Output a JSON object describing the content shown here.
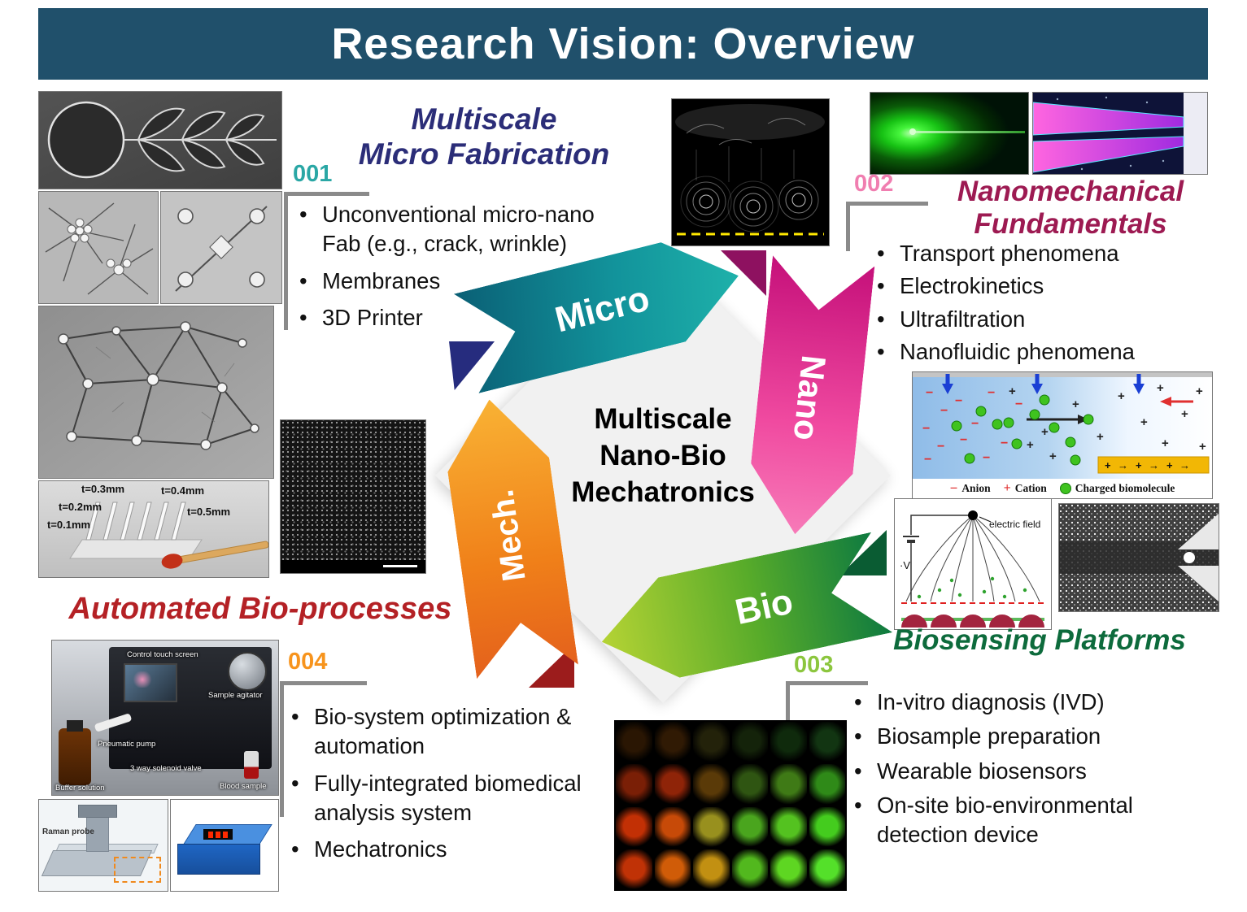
{
  "header": {
    "title": "Research Vision: Overview"
  },
  "colors": {
    "header_bg": "#20506b",
    "micro_title": "#2b2d78",
    "nano_title": "#9d1a52",
    "bio_title": "#0d6b3c",
    "mech_title": "#b42125",
    "num_001": "#2aa7a5",
    "num_002": "#f07eb0",
    "num_003": "#8cc63e",
    "num_004": "#f7941d",
    "arrow_micro": "#12939b",
    "arrow_nano": "#ee2f96",
    "arrow_bio": "#57ab2a",
    "arrow_mech": "#f08019"
  },
  "center": {
    "title_lines": [
      "Multiscale",
      "Nano-Bio",
      "Mechatronics"
    ],
    "arrows": [
      {
        "label": "Micro"
      },
      {
        "label": "Nano"
      },
      {
        "label": "Bio"
      },
      {
        "label": "Mech."
      }
    ]
  },
  "sections": {
    "micro": {
      "number": "001",
      "title_lines": [
        "Multiscale",
        "Micro Fabrication"
      ],
      "bullets": [
        "Unconventional micro-nano Fab (e.g., crack, wrinkle)",
        "Membranes",
        "3D Printer"
      ]
    },
    "nano": {
      "number": "002",
      "title_lines": [
        "Nanomechanical",
        "Fundamentals"
      ],
      "bullets": [
        "Transport phenomena",
        "Electrokinetics",
        "Ultrafiltration",
        "Nanofluidic phenomena"
      ]
    },
    "bio": {
      "number": "003",
      "title": "Biosensing Platforms",
      "bullets": [
        "In-vitro diagnosis (IVD)",
        "Biosample preparation",
        "Wearable biosensors",
        "On-site bio-environmental detection device"
      ]
    },
    "mech": {
      "number": "004",
      "title": "Automated Bio-processes",
      "bullets": [
        "Bio-system optimization & automation",
        "Fully-integrated biomedical analysis system",
        "Mechatronics"
      ]
    }
  },
  "images": {
    "heatsink": {
      "labels": [
        "t=0.3mm",
        "t=0.4mm",
        "t=0.2mm",
        "t=0.5mm",
        "t=0.1mm"
      ]
    },
    "ion": {
      "legend": {
        "anion": "Anion",
        "cation": "Cation",
        "biomolecule": "Charged biomolecule"
      }
    },
    "efield": {
      "label": "electric field",
      "voltage": "V"
    },
    "equipment": {
      "labels": {
        "touch": "Control touch screen",
        "agitator": "Sample agitator",
        "buffer": "Buffer solution",
        "pump": "Pneumatic pump",
        "valve": "3 way solenoid valve",
        "blood": "Blood sample"
      }
    },
    "cad": {
      "label": "Raman probe"
    },
    "wells": {
      "rows": [
        [
          "#2a1603",
          "#301a04",
          "#23220a",
          "#14230a",
          "#0f2a0c",
          "#123512"
        ],
        [
          "#7a1f06",
          "#8f2408",
          "#5a3a08",
          "#2f5512",
          "#3f7a16",
          "#2f8a18"
        ],
        [
          "#c23005",
          "#c74a08",
          "#98901e",
          "#4aa51e",
          "#54c220",
          "#44cc1e"
        ],
        [
          "#c03206",
          "#d05c08",
          "#c29012",
          "#52b81e",
          "#5ed622",
          "#54e02a"
        ]
      ]
    }
  }
}
